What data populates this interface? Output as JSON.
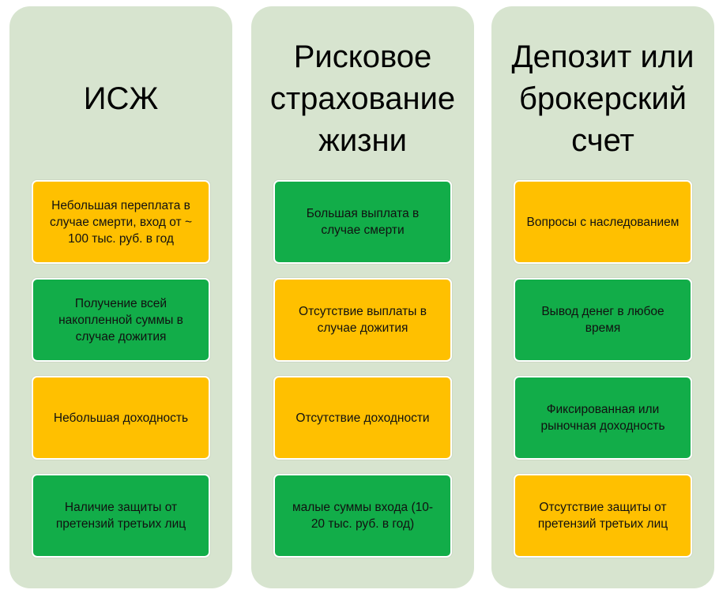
{
  "colors": {
    "column_bg": "#d7e4cf",
    "yellow": "#ffc000",
    "green": "#12ad49"
  },
  "columns": [
    {
      "title": "ИСЖ",
      "cards": [
        {
          "text": "Небольшая переплата в случае смерти, вход от ~ 100 тыс. руб. в год",
          "color": "yellow"
        },
        {
          "text": "Получение всей накопленной суммы в случае дожития",
          "color": "green"
        },
        {
          "text": "Небольшая доходность",
          "color": "yellow"
        },
        {
          "text": "Наличие защиты от претензий третьих лиц",
          "color": "green"
        }
      ]
    },
    {
      "title": "Рисковое\nстрахование\nжизни",
      "cards": [
        {
          "text": "Большая выплата в случае смерти",
          "color": "green"
        },
        {
          "text": "Отсутствие выплаты в случае дожития",
          "color": "yellow"
        },
        {
          "text": "Отсутствие доходности",
          "color": "yellow"
        },
        {
          "text": "малые суммы входа (10-20 тыс. руб. в год)",
          "color": "green"
        }
      ]
    },
    {
      "title": "Депозит или\nброкерский\nсчет",
      "cards": [
        {
          "text": "Вопросы с наследованием",
          "color": "yellow"
        },
        {
          "text": "Вывод денег в любое время",
          "color": "green"
        },
        {
          "text": "Фиксированная или рыночная доходность",
          "color": "green"
        },
        {
          "text": "Отсутствие защиты от претензий третьих лиц",
          "color": "yellow"
        }
      ]
    }
  ]
}
